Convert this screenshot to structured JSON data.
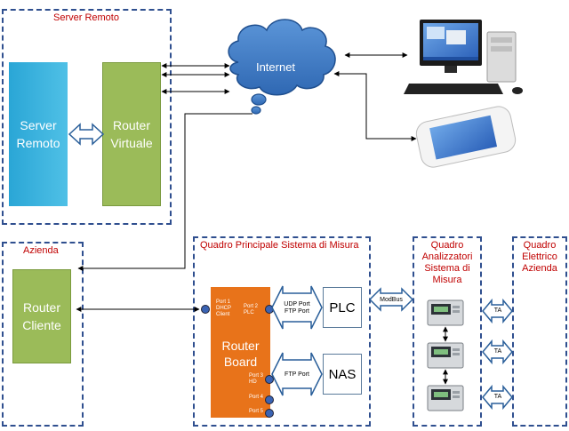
{
  "sections": {
    "server_remoto": "Server Remoto",
    "azienda": "Azienda",
    "quadro_principale": "Quadro Principale Sistema di Misura",
    "quadro_analizzatori": "Quadro\nAnalizzatori\nSistema di\nMisura",
    "quadro_elettrico": "Quadro\nElettrico\nAzienda"
  },
  "nodes": {
    "server": "Server\nRemoto",
    "router_virtuale": "Router\nVirtuale",
    "internet": "Internet",
    "router_cliente": "Router\nCliente",
    "router_board": "Router\nBoard",
    "plc": "PLC",
    "nas": "NAS"
  },
  "ports": {
    "port1": "Port 1\nDHCP\nClient",
    "port2": "Port 2\nPLC",
    "port3": "Port 3\nHD",
    "port4": "Port 4",
    "port5": "Port 5"
  },
  "links": {
    "udp_ftp": "UDP Port\nFTP Port",
    "ftp": "FTP Port",
    "modbus": "ModBus",
    "ta1": "TA",
    "ta2": "TA",
    "ta3": "TA"
  },
  "colors": {
    "section_border": "#2f4f8f",
    "section_title": "#c00000",
    "server_box": "#2aa6d6",
    "router_green": "#9bbb59",
    "router_board": "#e8731a",
    "cloud": "#3a78c2"
  }
}
